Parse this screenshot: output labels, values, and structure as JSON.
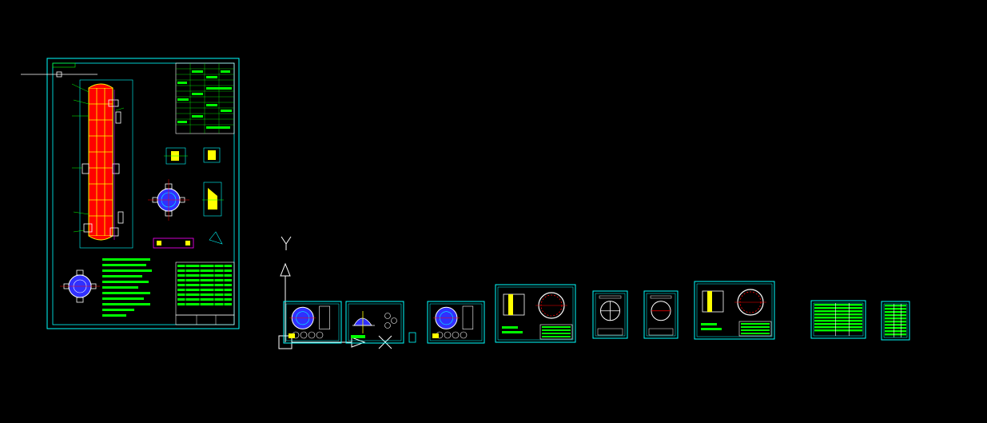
{
  "viewport": {
    "background": "#000000",
    "ucs_icon": {
      "y_axis_label": "Y"
    }
  },
  "colors": {
    "frame": "#00ffff",
    "text": "#00ff00",
    "white": "#ffffff",
    "vessel_fill": "#ff0000",
    "vessel_detail": "#ffff00",
    "magenta": "#ff00ff",
    "blue": "#3030ff"
  },
  "main_sheet": {
    "name": "main-assembly-drawing"
  },
  "detail_sheets": [
    {
      "name": "sheet-flange-plan"
    },
    {
      "name": "sheet-nozzle-detail"
    },
    {
      "name": "sheet-flange-plan-2"
    },
    {
      "name": "sheet-head-section"
    },
    {
      "name": "sheet-baffle-plate"
    },
    {
      "name": "sheet-tube-plate"
    },
    {
      "name": "sheet-head-section-2"
    },
    {
      "name": "sheet-parts-list"
    },
    {
      "name": "sheet-parts-list-2"
    }
  ]
}
